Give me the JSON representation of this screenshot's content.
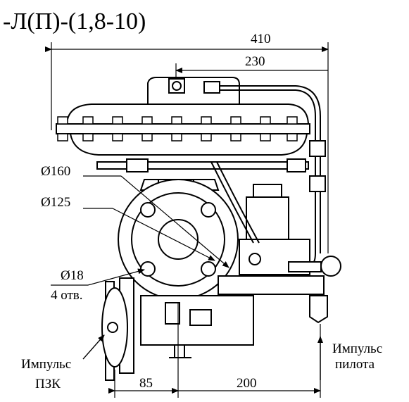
{
  "title": "-Л(П)-(1,8-10)",
  "dimensions": {
    "overall_width": "410",
    "diaphragm_width": "230",
    "flange_outer": "Ø160",
    "bolt_circle": "Ø125",
    "hole_diameter": "Ø18",
    "hole_count": "4 отв.",
    "left_offset": "85",
    "right_offset": "200"
  },
  "labels": {
    "impulse_pzk_line1": "Импульс",
    "impulse_pzk_line2": "ПЗК",
    "impulse_pilot_line1": "Импульс",
    "impulse_pilot_line2": "пилота"
  },
  "icons": {
    "pzk_arrow": "arrow-icon",
    "pilot_arrow": "arrow-up-icon"
  }
}
